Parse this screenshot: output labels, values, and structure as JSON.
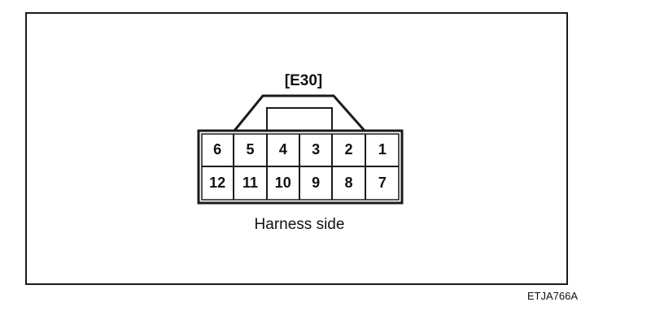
{
  "connector": {
    "label": "[E30]",
    "side_caption": "Harness side",
    "pins_top_row": [
      "6",
      "5",
      "4",
      "3",
      "2",
      "1"
    ],
    "pins_bottom_row": [
      "12",
      "11",
      "10",
      "9",
      "8",
      "7"
    ]
  },
  "figure_id": "ETJA766A"
}
